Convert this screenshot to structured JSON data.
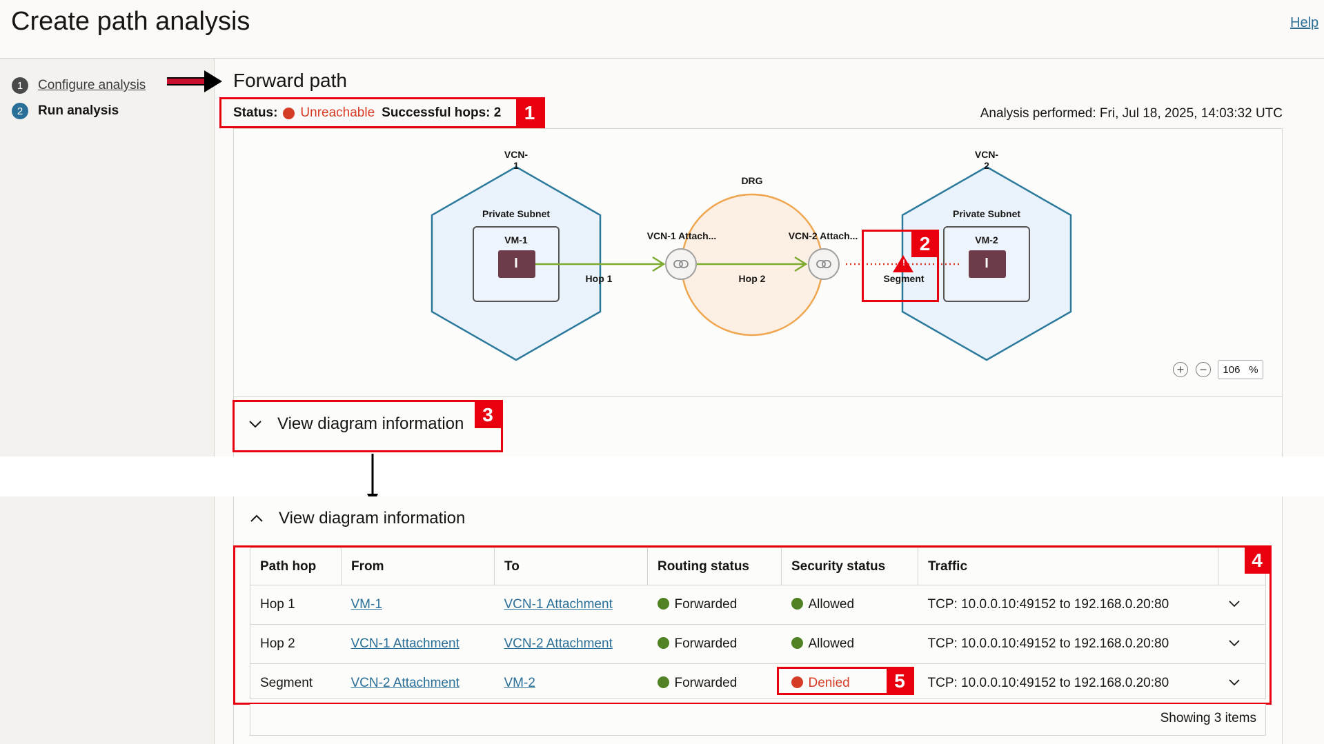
{
  "page": {
    "title": "Create path analysis",
    "help": "Help"
  },
  "steps": [
    {
      "num": "1",
      "label": "Configure analysis"
    },
    {
      "num": "2",
      "label": "Run analysis"
    }
  ],
  "forward": {
    "title": "Forward path",
    "status_label": "Status:",
    "status_value": "Unreachable",
    "hops_label": "Successful hops: 2",
    "analysis_time": "Analysis performed: Fri, Jul 18, 2025, 14:03:32 UTC"
  },
  "diagram": {
    "vcn1": "VCN-1",
    "vcn2": "VCN-2",
    "drg": "DRG",
    "subnet1": "Private Subnet",
    "subnet2": "Private Subnet",
    "vm1": "VM-1",
    "vm2": "VM-2",
    "vm_glyph": "I",
    "att1": "VCN-1 Attach...",
    "att2": "VCN-2 Attach...",
    "hop1": "Hop 1",
    "hop2": "Hop 2",
    "segment": "Segment",
    "warning_glyph": "!",
    "zoom_value": "106",
    "zoom_unit": "%",
    "zoom_in": "+",
    "zoom_out": "−"
  },
  "callouts": [
    "1",
    "2",
    "3",
    "4",
    "5"
  ],
  "info": {
    "collapsed_label": "View diagram information",
    "expanded_label": "View diagram information",
    "chevron_down": "⌄",
    "chevron_up": "⌃",
    "columns": [
      "Path hop",
      "From",
      "To",
      "Routing status",
      "Security status",
      "Traffic"
    ],
    "rows": [
      {
        "hop": "Hop 1",
        "from": "VM-1",
        "to": "VCN-1 Attachment",
        "routing": "Forwarded",
        "security": "Allowed",
        "traffic": "TCP: 10.0.0.10:49152 to 192.168.0.20:80"
      },
      {
        "hop": "Hop 2",
        "from": "VCN-1 Attachment",
        "to": "VCN-2 Attachment",
        "routing": "Forwarded",
        "security": "Allowed",
        "traffic": "TCP: 10.0.0.10:49152 to 192.168.0.20:80"
      },
      {
        "hop": "Segment",
        "from": "VCN-2 Attachment",
        "to": "VM-2",
        "routing": "Forwarded",
        "security": "Denied",
        "traffic": "TCP: 10.0.0.10:49152 to 192.168.0.20:80"
      }
    ],
    "footer": "Showing 3 items"
  },
  "colors": {
    "unreachable": "#d63b25",
    "forwarded": "#508223",
    "denied": "#d63b25",
    "accent": "#e8000f",
    "link": "#2a6f97",
    "hex_stroke": "#2b7a9b",
    "drg_stroke": "#f0a64f",
    "vm_fill": "#6d3b49",
    "hop_line": "#7cab2f"
  }
}
